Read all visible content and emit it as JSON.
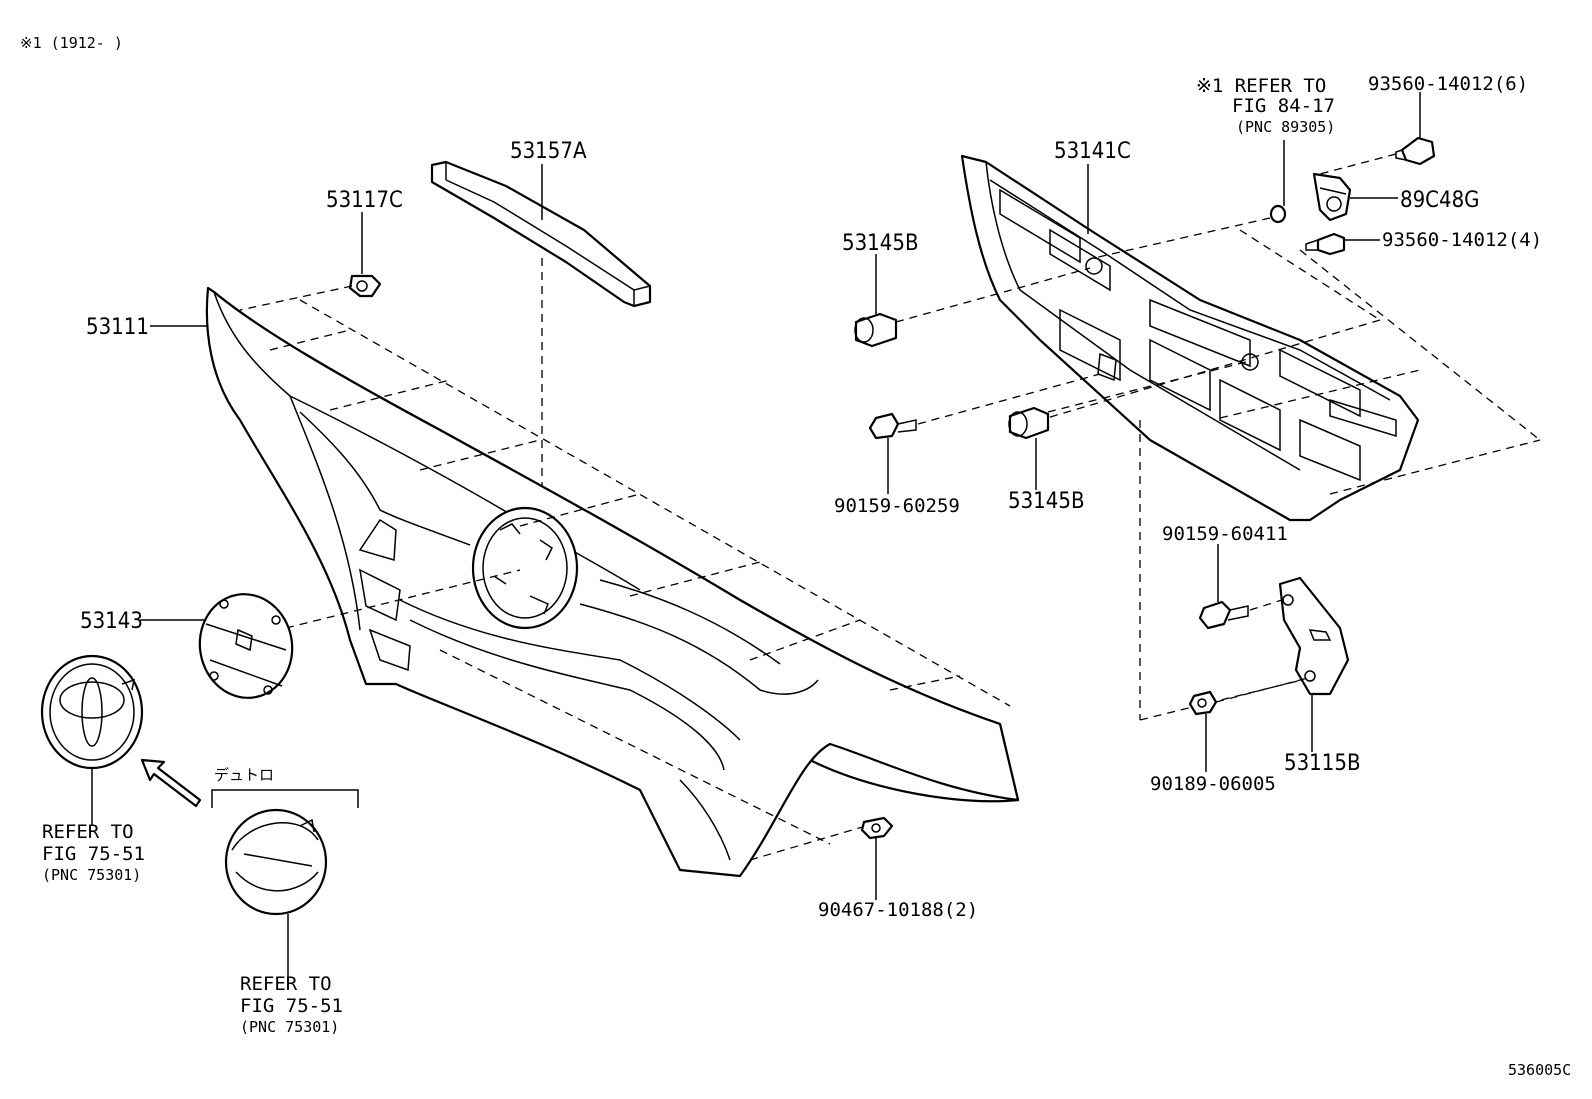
{
  "header": {
    "note": "※1 (1912-      )"
  },
  "footer": {
    "code": "536005C"
  },
  "labels": {
    "p53157A": "53157A",
    "p53117C": "53117C",
    "p53111": "53111",
    "p53143": "53143",
    "p53145B_top": "53145B",
    "p53145B_bot": "53145B",
    "p53141C": "53141C",
    "p89C48G": "89C48G",
    "p93560_6": "93560-14012(6)",
    "p93560_4": "93560-14012(4)",
    "p90159_60259": "90159-60259",
    "p90159_60411": "90159-60411",
    "p90189_06005": "90189-06005",
    "p53115B": "53115B",
    "p90467": "90467-10188(2)",
    "deturo": "デュトロ"
  },
  "refs": {
    "ref1": {
      "line1": "※1 REFER TO",
      "line2": "FIG 84-17",
      "line3": "(PNC 89305)"
    },
    "ref2": {
      "line1": "REFER TO",
      "line2": "FIG 75-51",
      "line3": "(PNC 75301)"
    },
    "ref3": {
      "line1": "REFER TO",
      "line2": "FIG 75-51",
      "line3": "(PNC 75301)"
    }
  }
}
